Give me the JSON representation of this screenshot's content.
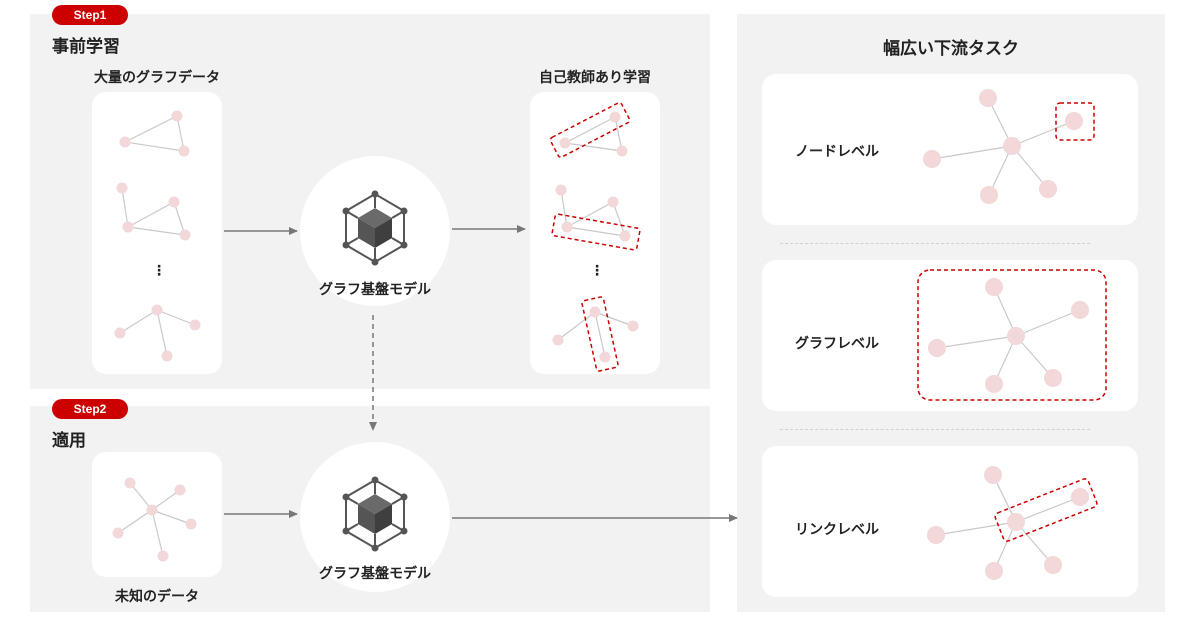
{
  "step1": {
    "badge": "Step1",
    "title": "事前学習",
    "input_label": "大量のグラフデータ",
    "ellipsis": "⋮",
    "model_label": "グラフ基盤モデル",
    "ssl_label": "自己教師あり学習"
  },
  "step2": {
    "badge": "Step2",
    "title": "適用",
    "input_label": "未知のデータ",
    "model_label": "グラフ基盤モデル"
  },
  "downstream": {
    "title": "幅広い下流タスク",
    "tasks": [
      {
        "label": "ノードレベル"
      },
      {
        "label": "グラフレベル"
      },
      {
        "label": "リンクレベル"
      }
    ]
  },
  "icons": {
    "model": "cube-network-icon"
  },
  "colors": {
    "badge": "#cc0000",
    "node": "#f2d8d8",
    "edge": "#c9c9c9",
    "highlight": "#cc0000",
    "arrow": "#777777"
  }
}
